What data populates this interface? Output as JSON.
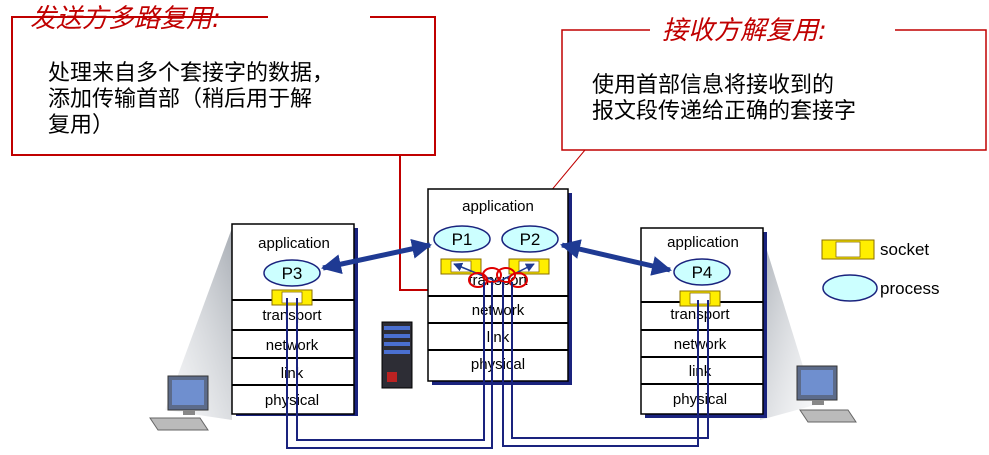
{
  "sender_box": {
    "title": "发送方多路复用:",
    "lines": [
      "处理来自多个套接字的数据，",
      "添加传输首部（稍后用于解",
      "复用）"
    ]
  },
  "receiver_box": {
    "title": "接收方解复用:",
    "lines": [
      "使用首部信息将接收到的",
      "报文段传递给正确的套接字"
    ]
  },
  "hosts": {
    "left": {
      "layers": [
        "application",
        "transport",
        "network",
        "link",
        "physical"
      ],
      "process": "P3"
    },
    "middle": {
      "layers": [
        "application",
        "transport",
        "network",
        "link",
        "physical"
      ],
      "processes": [
        "P1",
        "P2"
      ]
    },
    "right": {
      "layers": [
        "application",
        "transport",
        "network",
        "link",
        "physical"
      ],
      "process": "P4"
    }
  },
  "legend": {
    "socket": "socket",
    "process": "process"
  },
  "colors": {
    "callout_red": "#c00000",
    "stack_border": "#000000",
    "stack_shadow": "#1a237e",
    "socket_yellow": "#ffee00",
    "process_fill": "#ccffff",
    "arrow_blue": "#1f3a93",
    "wire_blue": "#1a237e"
  },
  "icons": [
    "server-icon",
    "desktop-computer-icon"
  ]
}
